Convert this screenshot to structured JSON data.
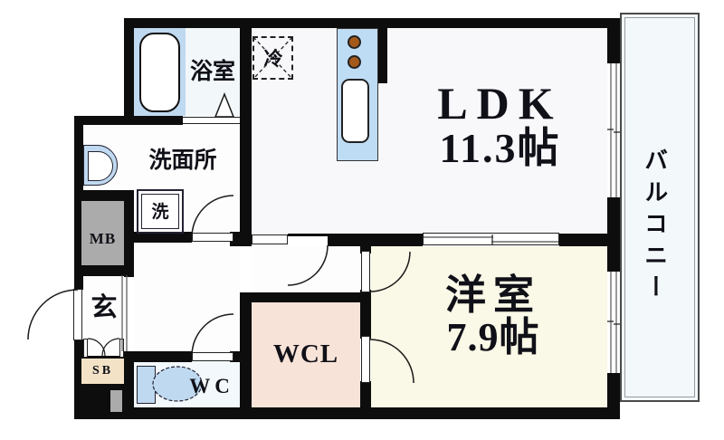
{
  "labels": {
    "ldk_name": "LDK",
    "ldk_size": "11.3帖",
    "western_name": "洋室",
    "western_size": "7.9帖",
    "balcony": "バルコニー",
    "bath": "浴室",
    "washroom": "洗面所",
    "fridge": "冷",
    "laundry": "洗",
    "entrance": "玄",
    "meter_box": "MB",
    "shoe_box": "SB",
    "toilet": "WC",
    "walk_in_closet": "WCL"
  },
  "colors": {
    "wall": "#0d0d0d",
    "ldk_floor": "#F8F8FB",
    "western_floor": "#FAF8E6",
    "wcl_floor": "#F8E3D8",
    "wc_floor": "#F2F8FB",
    "bath_floor": "#F2F7FA",
    "hall_floor": "#FDFDFD",
    "fixture_blue": "#BFD9F0",
    "kitchen_blue": "#BFDCF5",
    "burner_brown": "#A4591B",
    "mb_gray": "#ABABAB",
    "sb_beige": "#F3E2C6",
    "balcony_floor": "#F3F8FB"
  }
}
